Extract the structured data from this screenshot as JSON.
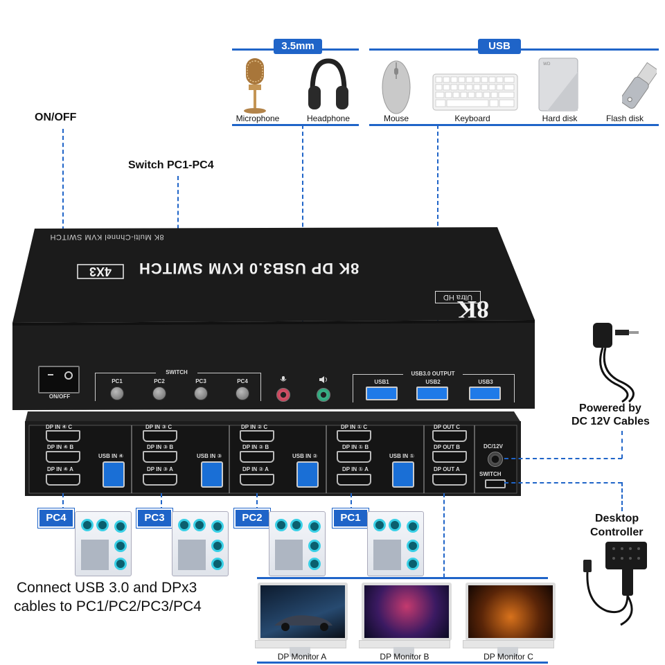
{
  "section_labels": {
    "audio": "3.5mm",
    "usb": "USB"
  },
  "peripherals": [
    {
      "name": "Microphone",
      "icon": "microphone-icon"
    },
    {
      "name": "Headphone",
      "icon": "headphone-icon"
    },
    {
      "name": "Mouse",
      "icon": "mouse-icon"
    },
    {
      "name": "Keyboard",
      "icon": "keyboard-icon"
    },
    {
      "name": "Hard disk",
      "icon": "hard-disk-icon"
    },
    {
      "name": "Flash disk",
      "icon": "flash-disk-icon"
    }
  ],
  "callouts": {
    "on_off": "ON/OFF",
    "switch_pc": "Switch PC1-PC4",
    "powered_line1": "Powered by",
    "powered_line2": "DC 12V Cables",
    "desktop_line1": "Desktop",
    "desktop_line2": "Controller",
    "connect_line1": "Connect USB 3.0 and DPx3",
    "connect_line2": "cables to PC1/PC2/PC3/PC4"
  },
  "device": {
    "top_small": "8K Multi-Chnnel KVM SWITCH",
    "top_title": "8K DP USB3.0 KVM SWITCH",
    "top_badge": "4X3",
    "logo_8k": "8K",
    "logo_uhd": "Ultra HD",
    "front": {
      "power": "ON/OFF",
      "switch_group": "SWITCH",
      "buttons": [
        "PC1",
        "PC2",
        "PC3",
        "PC4"
      ],
      "usb_group": "USB3.0 OUTPUT",
      "usb_ports": [
        "USB1",
        "USB2",
        "USB3"
      ]
    },
    "rear": {
      "pc4": {
        "c": "DP IN ④ C",
        "b": "DP IN ④ B",
        "a": "DP IN ④ A",
        "usb": "USB IN ④"
      },
      "pc3": {
        "c": "DP IN ③ C",
        "b": "DP IN ③ B",
        "a": "DP IN ③ A",
        "usb": "USB IN ③"
      },
      "pc2": {
        "c": "DP IN ② C",
        "b": "DP IN ② B",
        "a": "DP IN ② A",
        "usb": "USB IN ②"
      },
      "pc1": {
        "c": "DP IN ① C",
        "b": "DP IN ① B",
        "a": "DP IN ① A",
        "usb": "USB IN ①"
      },
      "out": {
        "c": "DP OUT C",
        "b": "DP OUT B",
        "a": "DP OUT A"
      },
      "dc": "DC/12V",
      "switch": "SWITCH"
    }
  },
  "pcs": [
    "PC4",
    "PC3",
    "PC2",
    "PC1"
  ],
  "monitors": [
    "DP Monitor A",
    "DP Monitor B",
    "DP Monitor C"
  ],
  "colors": {
    "accent": "#1f64c8",
    "device": "#1b1b1b",
    "usb_port": "#1f7ae8"
  }
}
